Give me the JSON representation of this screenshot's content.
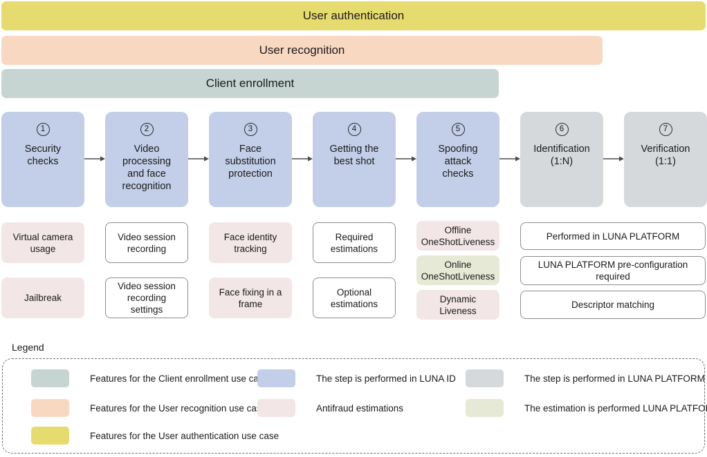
{
  "banners": {
    "authentication": "User authentication",
    "recognition": "User recognition",
    "enrollment": "Client enrollment"
  },
  "steps": [
    {
      "num": "1",
      "label": "Security\nchecks",
      "kind": "luna-id"
    },
    {
      "num": "2",
      "label": "Video\nprocessing\nand face\nrecognition",
      "kind": "luna-id"
    },
    {
      "num": "3",
      "label": "Face\nsubstitution\nprotection",
      "kind": "luna-id"
    },
    {
      "num": "4",
      "label": "Getting the\nbest shot",
      "kind": "luna-id"
    },
    {
      "num": "5",
      "label": "Spoofing\nattack\nchecks",
      "kind": "luna-id"
    },
    {
      "num": "6",
      "label": "Identification\n(1:N)",
      "kind": "luna-platform"
    },
    {
      "num": "7",
      "label": "Verification\n(1:1)",
      "kind": "luna-platform"
    }
  ],
  "sub_items": {
    "col1": [
      {
        "label": "Virtual camera\nusage",
        "style": "antifraud"
      },
      {
        "label": "Jailbreak",
        "style": "antifraud"
      }
    ],
    "col2": [
      {
        "label": "Video session\nrecording",
        "style": "plain"
      },
      {
        "label": "Video session\nrecording settings",
        "style": "plain"
      }
    ],
    "col3": [
      {
        "label": "Face identity\ntracking",
        "style": "antifraud"
      },
      {
        "label": "Face fixing in a\nframe",
        "style": "antifraud"
      }
    ],
    "col4": [
      {
        "label": "Required\nestimations",
        "style": "plain"
      },
      {
        "label": "Optional\nestimations",
        "style": "plain"
      }
    ],
    "col5": [
      {
        "label": "Offline\nOneShotLiveness",
        "style": "antifraud"
      },
      {
        "label": "Online\nOneShotLiveness",
        "style": "online"
      },
      {
        "label": "Dynamic Liveness",
        "style": "antifraud"
      }
    ],
    "col67": [
      {
        "label": "Performed in LUNA PLATFORM",
        "style": "plain"
      },
      {
        "label": "LUNA PLATFORM pre-configuration\nrequired",
        "style": "plain"
      },
      {
        "label": "Descriptor matching",
        "style": "plain"
      }
    ]
  },
  "legend": {
    "title": "Legend",
    "items": [
      {
        "color": "#c7d5d2",
        "label": "Features for the Client enrollment use case"
      },
      {
        "color": "#f9d8c2",
        "label": "Features for the User recognition use case"
      },
      {
        "color": "#e6db6e",
        "label": "Features for the User authentication use case"
      },
      {
        "color": "#c3cfe8",
        "label": "The step is performed in LUNA ID"
      },
      {
        "color": "#f2e6e6",
        "label": "Antifraud estimations"
      },
      {
        "color": "#d6d9dc",
        "label": "The step is performed in LUNA PLATFORM"
      },
      {
        "color": "#e6e9d5",
        "label": "The estimation is performed LUNA PLATFORM"
      }
    ]
  },
  "colors": {
    "authentication": "#e6db6e",
    "recognition": "#f9d8c2",
    "enrollment": "#c7d5d2",
    "luna_id": "#c3cfe8",
    "luna_platform": "#d6d9dc",
    "antifraud": "#f2e6e6",
    "online_estimation": "#e6e9d5",
    "arrow": "#4d4d4d",
    "outline": "#8c8c8c"
  }
}
